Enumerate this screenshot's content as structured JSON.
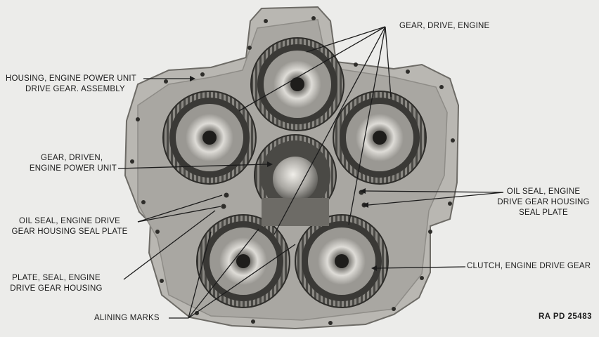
{
  "labels": {
    "gear_drive_engine": "GEAR, DRIVE, ENGINE",
    "housing_line1": "HOUSING, ENGINE POWER UNIT",
    "housing_line2": "DRIVE GEAR. ASSEMBLY",
    "gear_driven_line1": "GEAR, DRIVEN,",
    "gear_driven_line2": "ENGINE POWER UNIT",
    "oil_seal_left_line1": "OIL SEAL, ENGINE DRIVE",
    "oil_seal_left_line2": "GEAR HOUSING SEAL PLATE",
    "plate_seal_line1": "PLATE, SEAL, ENGINE",
    "plate_seal_line2": "DRIVE GEAR HOUSING",
    "alining_marks": "ALINING MARKS",
    "oil_seal_right_line1": "OIL SEAL, ENGINE",
    "oil_seal_right_line2": "DRIVE GEAR HOUSING",
    "oil_seal_right_line3": "SEAL PLATE",
    "clutch": "CLUTCH, ENGINE DRIVE GEAR"
  },
  "figure_id": "RA  PD  25483",
  "colors": {
    "background": "#ececea",
    "housing": "#b9b7b2",
    "housing_dark": "#8e8c87",
    "gear_dark": "#3a3936",
    "gear_mid": "#6d6b66",
    "hub_light": "#d9d7d2",
    "leader": "#1c1c1c"
  }
}
